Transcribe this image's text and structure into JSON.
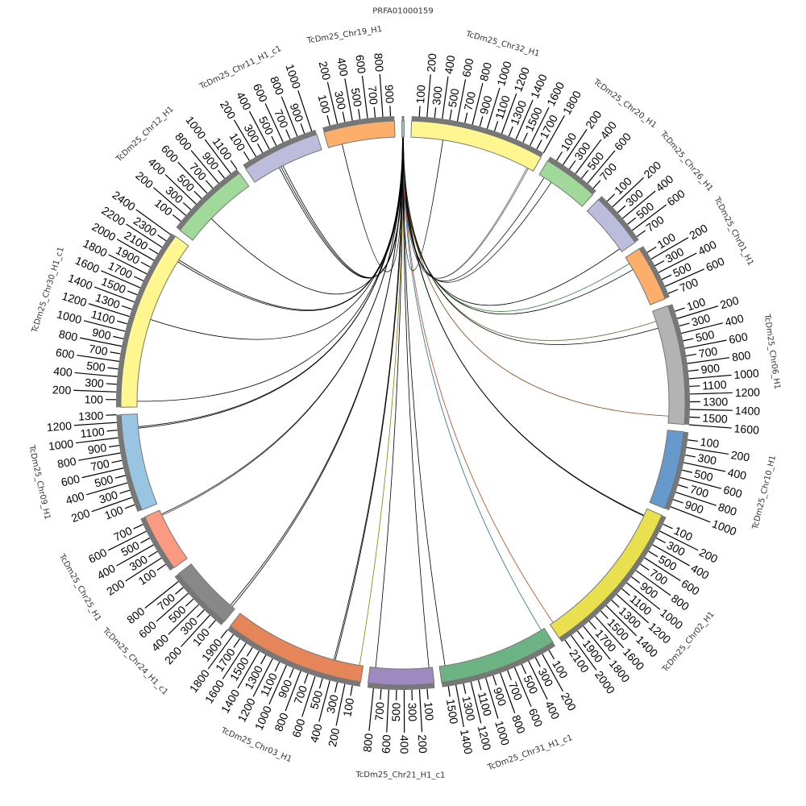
{
  "chart_data": {
    "type": "circos",
    "title": "",
    "tick_interval": 100,
    "segments": [
      {
        "name": "PRFA01000159",
        "size": 30,
        "color": "#9ecae1"
      },
      {
        "name": "TcDm25_Chr32_H1",
        "size": 1800,
        "color": "#fff68f"
      },
      {
        "name": "TcDm25_Chr20_H1",
        "size": 750,
        "color": "#a1d99b"
      },
      {
        "name": "TcDm25_Chr26_H1",
        "size": 750,
        "color": "#bcbddc"
      },
      {
        "name": "TcDm25_Chr01_H1",
        "size": 750,
        "color": "#fdae6b"
      },
      {
        "name": "TcDm25_Chr06_H1",
        "size": 1600,
        "color": "#b3b3b3"
      },
      {
        "name": "TcDm25_Chr10_H1",
        "size": 1050,
        "color": "#6699cc"
      },
      {
        "name": "TcDm25_Chr02_H1",
        "size": 2150,
        "color": "#e8e04f"
      },
      {
        "name": "TcDm25_Chr31_H1_c1",
        "size": 1580,
        "color": "#6db283"
      },
      {
        "name": "TcDm25_Chr21_H1_c1",
        "size": 880,
        "color": "#9e8ac0"
      },
      {
        "name": "TcDm25_Chr03_H1",
        "size": 1900,
        "color": "#e6855a"
      },
      {
        "name": "TcDm25_Chr24_H1_c1",
        "size": 880,
        "color": "#888888"
      },
      {
        "name": "TcDm25_Chr25_H1",
        "size": 780,
        "color": "#fb9a82"
      },
      {
        "name": "TcDm25_Chr09_H1",
        "size": 1300,
        "color": "#99c5e3"
      },
      {
        "name": "TcDm25_Chr30_H1_c1",
        "size": 2420,
        "color": "#fff68f"
      },
      {
        "name": "TcDm25_Chr12_H1",
        "size": 1100,
        "color": "#a1d99b"
      },
      {
        "name": "TcDm25_Chr11_H1_c1",
        "size": 1050,
        "color": "#bcbddc"
      },
      {
        "name": "TcDm25_Chr19_H1",
        "size": 950,
        "color": "#fdae6b"
      }
    ],
    "links": [
      {
        "source": "PRFA01000159",
        "target": "TcDm25_Chr32_H1",
        "pos": 450,
        "color": "#000000"
      },
      {
        "source": "PRFA01000159",
        "target": "TcDm25_Chr32_H1",
        "pos": 1700,
        "color": "#a0522d"
      },
      {
        "source": "PRFA01000159",
        "target": "TcDm25_Chr32_H1",
        "pos": 1720,
        "color": "#1f6f8b"
      },
      {
        "source": "PRFA01000159",
        "target": "TcDm25_Chr20_H1",
        "pos": 80,
        "color": "#000000"
      },
      {
        "source": "PRFA01000159",
        "target": "TcDm25_Chr20_H1",
        "pos": 200,
        "color": "#000000"
      },
      {
        "source": "PRFA01000159",
        "target": "TcDm25_Chr26_H1",
        "pos": 700,
        "color": "#000000"
      },
      {
        "source": "PRFA01000159",
        "target": "TcDm25_Chr01_H1",
        "pos": 100,
        "color": "#2e7d32"
      },
      {
        "source": "PRFA01000159",
        "target": "TcDm25_Chr01_H1",
        "pos": 200,
        "color": "#000000"
      },
      {
        "source": "PRFA01000159",
        "target": "TcDm25_Chr06_H1",
        "pos": 150,
        "color": "#556b2f"
      },
      {
        "source": "PRFA01000159",
        "target": "TcDm25_Chr06_H1",
        "pos": 250,
        "color": "#000000"
      },
      {
        "source": "PRFA01000159",
        "target": "TcDm25_Chr06_H1",
        "pos": 1500,
        "color": "#8b4513"
      },
      {
        "source": "PRFA01000159",
        "target": "TcDm25_Chr02_H1",
        "pos": 100,
        "color": "#000000"
      },
      {
        "source": "PRFA01000159",
        "target": "TcDm25_Chr02_H1",
        "pos": 110,
        "color": "#000000"
      },
      {
        "source": "PRFA01000159",
        "target": "TcDm25_Chr02_H1",
        "pos": 2100,
        "color": "#b5451b"
      },
      {
        "source": "PRFA01000159",
        "target": "TcDm25_Chr31_H1_c1",
        "pos": 1500,
        "color": "#000000"
      },
      {
        "source": "PRFA01000159",
        "target": "TcDm25_Chr31_H1_c1",
        "pos": 50,
        "color": "#1f6f8b"
      },
      {
        "source": "PRFA01000159",
        "target": "TcDm25_Chr21_H1_c1",
        "pos": 50,
        "color": "#000000"
      },
      {
        "source": "PRFA01000159",
        "target": "TcDm25_Chr21_H1_c1",
        "pos": 800,
        "color": "#000000"
      },
      {
        "source": "PRFA01000159",
        "target": "TcDm25_Chr03_H1",
        "pos": 50,
        "color": "#8b7d00"
      },
      {
        "source": "PRFA01000159",
        "target": "TcDm25_Chr03_H1",
        "pos": 400,
        "color": "#000000"
      },
      {
        "source": "PRFA01000159",
        "target": "TcDm25_Chr03_H1",
        "pos": 420,
        "color": "#000000"
      },
      {
        "source": "PRFA01000159",
        "target": "TcDm25_Chr24_H1_c1",
        "pos": 50,
        "color": "#000000"
      },
      {
        "source": "PRFA01000159",
        "target": "TcDm25_Chr24_H1_c1",
        "pos": 80,
        "color": "#000000"
      },
      {
        "source": "PRFA01000159",
        "target": "TcDm25_Chr25_H1",
        "pos": 700,
        "color": "#5d4037"
      },
      {
        "source": "PRFA01000159",
        "target": "TcDm25_Chr25_H1",
        "pos": 720,
        "color": "#000000"
      },
      {
        "source": "PRFA01000159",
        "target": "TcDm25_Chr09_H1",
        "pos": 1100,
        "color": "#000000"
      },
      {
        "source": "PRFA01000159",
        "target": "TcDm25_Chr09_H1",
        "pos": 1120,
        "color": "#000000"
      },
      {
        "source": "PRFA01000159",
        "target": "TcDm25_Chr30_H1_c1",
        "pos": 80,
        "color": "#000000"
      },
      {
        "source": "PRFA01000159",
        "target": "TcDm25_Chr30_H1_c1",
        "pos": 1250,
        "color": "#000000"
      },
      {
        "source": "PRFA01000159",
        "target": "TcDm25_Chr30_H1_c1",
        "pos": 2150,
        "color": "#000000"
      },
      {
        "source": "PRFA01000159",
        "target": "TcDm25_Chr30_H1_c1",
        "pos": 2180,
        "color": "#000000"
      },
      {
        "source": "PRFA01000159",
        "target": "TcDm25_Chr12_H1",
        "pos": 400,
        "color": "#000000"
      },
      {
        "source": "PRFA01000159",
        "target": "TcDm25_Chr11_H1_c1",
        "pos": 400,
        "color": "#000000"
      },
      {
        "source": "PRFA01000159",
        "target": "TcDm25_Chr11_H1_c1",
        "pos": 430,
        "color": "#000000"
      },
      {
        "source": "PRFA01000159",
        "target": "TcDm25_Chr11_H1_c1",
        "pos": 460,
        "color": "#000000"
      },
      {
        "source": "PRFA01000159",
        "target": "TcDm25_Chr19_H1",
        "pos": 200,
        "color": "#000000"
      }
    ]
  }
}
